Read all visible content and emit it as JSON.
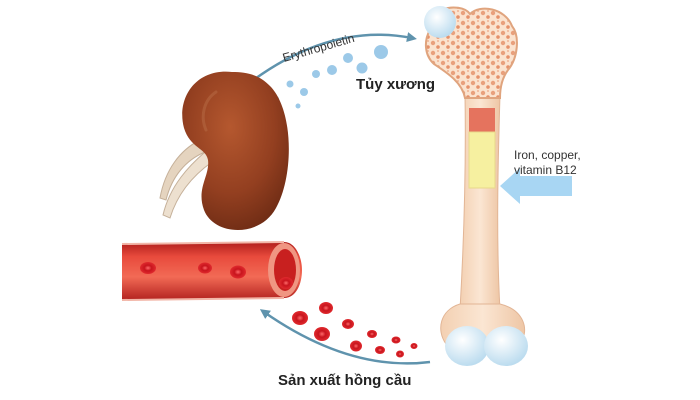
{
  "labels": {
    "hormone": "Erythropoietin",
    "bone_marrow": "Tủy xương",
    "nutrients_line1": "Iron, copper,",
    "nutrients_line2": "vitamin B12",
    "rbc_production": "Sản xuất hồng cầu"
  },
  "colors": {
    "kidney": "#8e3b1f",
    "arrow": "#5f93ad",
    "bone": "#f7dcc3",
    "marrow_red": "#e5735e",
    "marrow_yellow": "#f6f0a0",
    "vessel": "#d7332c",
    "blood_cell": "#d61f26",
    "epo_dots": "#9cc9e8",
    "nutrient_arrow": "#a8d6f3",
    "joint": "#d9ebf6"
  }
}
